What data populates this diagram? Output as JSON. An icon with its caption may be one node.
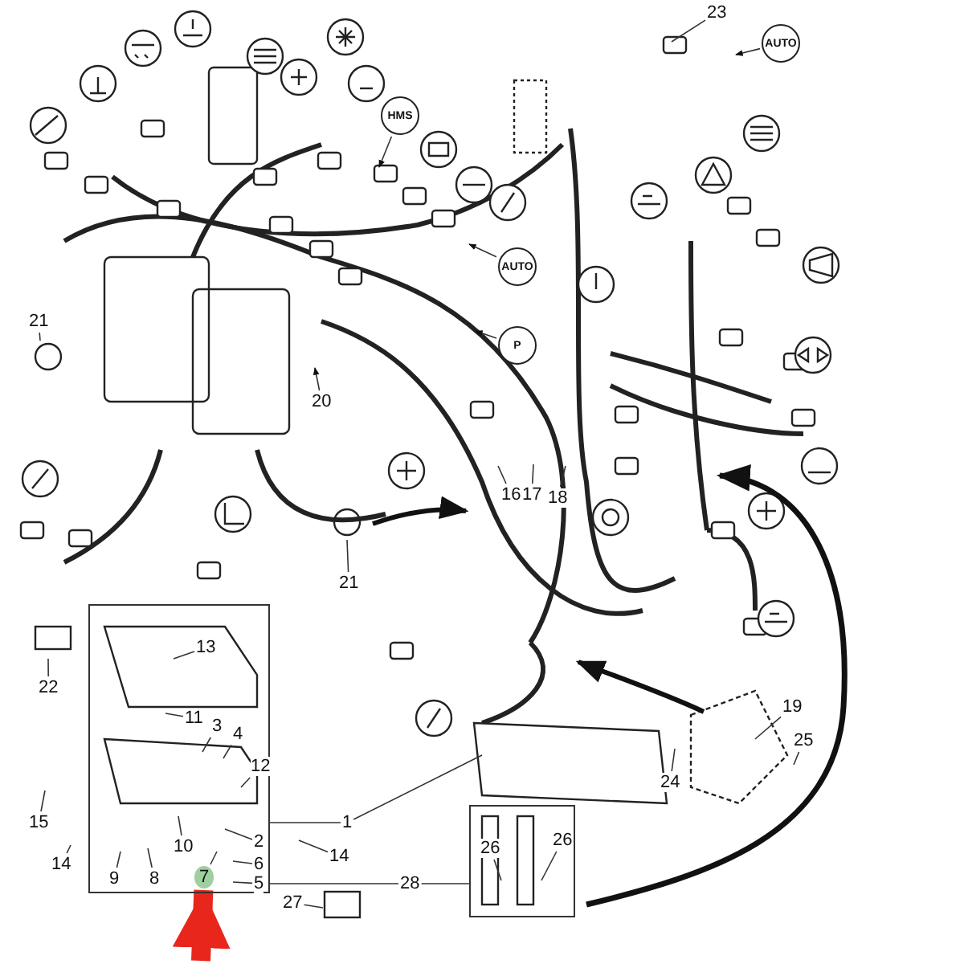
{
  "diagram": {
    "nodes": [
      {
        "text": [
          "23"
        ]
      },
      {
        "text": [
          "AUTO"
        ]
      },
      {
        "text": [
          "HMS"
        ]
      },
      {
        "text": [
          "AUTO"
        ]
      },
      {
        "text": [
          "P"
        ]
      },
      {
        "text": [
          "21"
        ]
      },
      {
        "text": [
          "20"
        ]
      },
      {
        "text": [
          "21"
        ]
      },
      {
        "text": [
          "16"
        ]
      },
      {
        "text": [
          "17"
        ]
      },
      {
        "text": [
          "18"
        ]
      },
      {
        "text": [
          "22"
        ]
      },
      {
        "text": [],
        "shape": "box"
      },
      {
        "text": [
          "13"
        ],
        "in": 12
      },
      {
        "text": [
          "11"
        ],
        "in": 12
      },
      {
        "text": [
          "3"
        ],
        "in": 12
      },
      {
        "text": [
          "4"
        ],
        "in": 12
      },
      {
        "text": [
          "12"
        ],
        "in": 12
      },
      {
        "text": [
          "2"
        ],
        "in": 12
      },
      {
        "text": [
          "6"
        ],
        "in": 12
      },
      {
        "text": [
          "5"
        ],
        "in": 12
      },
      {
        "text": [
          "10"
        ],
        "in": 12
      },
      {
        "text": [
          "9"
        ],
        "in": 12
      },
      {
        "text": [
          "8"
        ],
        "in": 12
      },
      {
        "text": [
          "7"
        ],
        "in": 12
      },
      {
        "text": [
          "15"
        ]
      },
      {
        "text": [
          "14"
        ]
      },
      {
        "text": [
          "14"
        ]
      },
      {
        "text": [
          "1"
        ]
      },
      {
        "text": [
          "28"
        ]
      },
      {
        "text": [],
        "shape": "box"
      },
      {
        "text": [
          "26"
        ],
        "in": 30
      },
      {
        "text": [
          "26"
        ],
        "in": 30
      },
      {
        "text": [
          "27"
        ]
      },
      {
        "text": [
          "19"
        ]
      },
      {
        "text": [
          "25"
        ]
      },
      {
        "text": [
          "24"
        ]
      }
    ],
    "edges": [
      {
        "from": 0,
        "to": null,
        "arrow": "none"
      },
      {
        "from": 1,
        "to": null,
        "arrow": "to"
      },
      {
        "from": 2,
        "to": null,
        "arrow": "to"
      },
      {
        "from": 3,
        "to": null,
        "arrow": "to"
      },
      {
        "from": 4,
        "to": null,
        "arrow": "to"
      },
      {
        "from": 5,
        "to": null,
        "arrow": "none"
      },
      {
        "from": 6,
        "to": null,
        "arrow": "to"
      },
      {
        "from": 7,
        "to": null,
        "arrow": "none"
      },
      {
        "from": 8,
        "to": null,
        "arrow": "none"
      },
      {
        "from": 9,
        "to": null,
        "arrow": "none"
      },
      {
        "from": 10,
        "to": null,
        "arrow": "none"
      },
      {
        "from": 11,
        "to": null,
        "arrow": "none"
      },
      {
        "from": 13,
        "to": null,
        "arrow": "none"
      },
      {
        "from": 14,
        "to": null,
        "arrow": "none"
      },
      {
        "from": 15,
        "to": null,
        "arrow": "none"
      },
      {
        "from": 16,
        "to": null,
        "arrow": "none"
      },
      {
        "from": 17,
        "to": null,
        "arrow": "none"
      },
      {
        "from": 18,
        "to": null,
        "arrow": "none"
      },
      {
        "from": 19,
        "to": null,
        "arrow": "none"
      },
      {
        "from": 20,
        "to": null,
        "arrow": "none"
      },
      {
        "from": 21,
        "to": null,
        "arrow": "none"
      },
      {
        "from": 22,
        "to": null,
        "arrow": "none"
      },
      {
        "from": 23,
        "to": null,
        "arrow": "none"
      },
      {
        "from": 24,
        "to": null,
        "arrow": "none"
      },
      {
        "from": 25,
        "to": null,
        "arrow": "none"
      },
      {
        "from": 26,
        "to": null,
        "arrow": "none"
      },
      {
        "from": 27,
        "to": null,
        "arrow": "none"
      },
      {
        "from": 28,
        "to": 12,
        "arrow": "none"
      },
      {
        "from": 28,
        "to": null,
        "arrow": "none"
      },
      {
        "from": 29,
        "to": 12,
        "arrow": "none"
      },
      {
        "from": 29,
        "to": 30,
        "arrow": "none"
      },
      {
        "from": 31,
        "to": null,
        "arrow": "none"
      },
      {
        "from": 32,
        "to": null,
        "arrow": "none"
      },
      {
        "from": 33,
        "to": null,
        "arrow": "none"
      },
      {
        "from": 34,
        "to": null,
        "arrow": "none"
      },
      {
        "from": 35,
        "to": null,
        "arrow": "none"
      },
      {
        "from": 36,
        "to": null,
        "arrow": "none"
      },
      {
        "from": null,
        "to": 24,
        "arrow": "to",
        "style": "thick",
        "color": "#e8261c"
      }
    ]
  }
}
